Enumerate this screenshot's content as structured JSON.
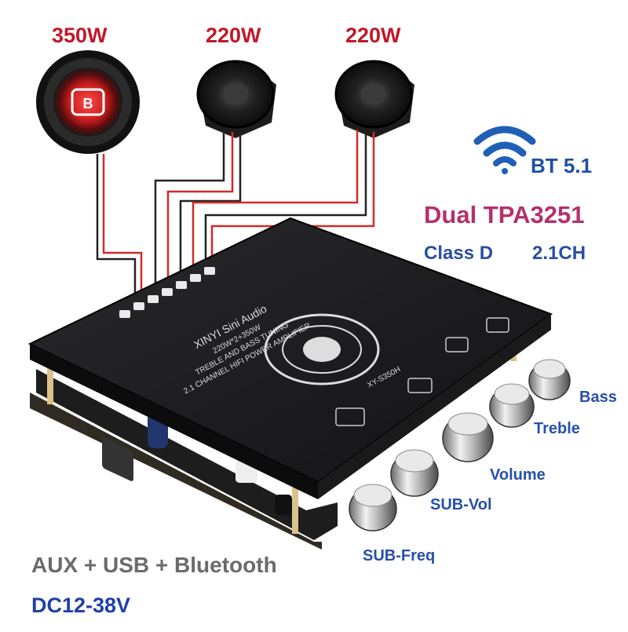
{
  "speakers": [
    {
      "power": "350W",
      "type": "subwoofer",
      "icon": "subwoofer-icon"
    },
    {
      "power": "220W",
      "type": "full-range",
      "icon": "speaker-icon"
    },
    {
      "power": "220W",
      "type": "full-range",
      "icon": "speaker-icon"
    }
  ],
  "bluetooth": {
    "label": "BT 5.1",
    "icon": "bluetooth-wifi-icon",
    "color": "#1f5fb5"
  },
  "specs": {
    "chip": "Dual TPA3251",
    "class": "Class D",
    "channels": "2.1CH"
  },
  "board": {
    "brand": "XINYI Sini Audio",
    "power_line": "220W*2+350W",
    "tuning_line": "TREBLE AND BASS TUNING",
    "amp_line": "2.1 CHANNEL HIFI POWER AMPLIFIER",
    "model": "XY-S350H",
    "color": "#1c1c1e"
  },
  "knobs": [
    {
      "label": "Bass"
    },
    {
      "label": "Treble"
    },
    {
      "label": "Volume"
    },
    {
      "label": "SUB-Vol"
    },
    {
      "label": "SUB-Freq"
    }
  ],
  "inputs_text": "AUX + USB + Bluetooth",
  "power_text": "DC12-38V",
  "colors": {
    "speaker_label": "#c2182b",
    "chip": "#b5306e",
    "spec": "#2a4ea3",
    "knob_label": "#2750a8",
    "wire_red": "#d42a2a"
  }
}
